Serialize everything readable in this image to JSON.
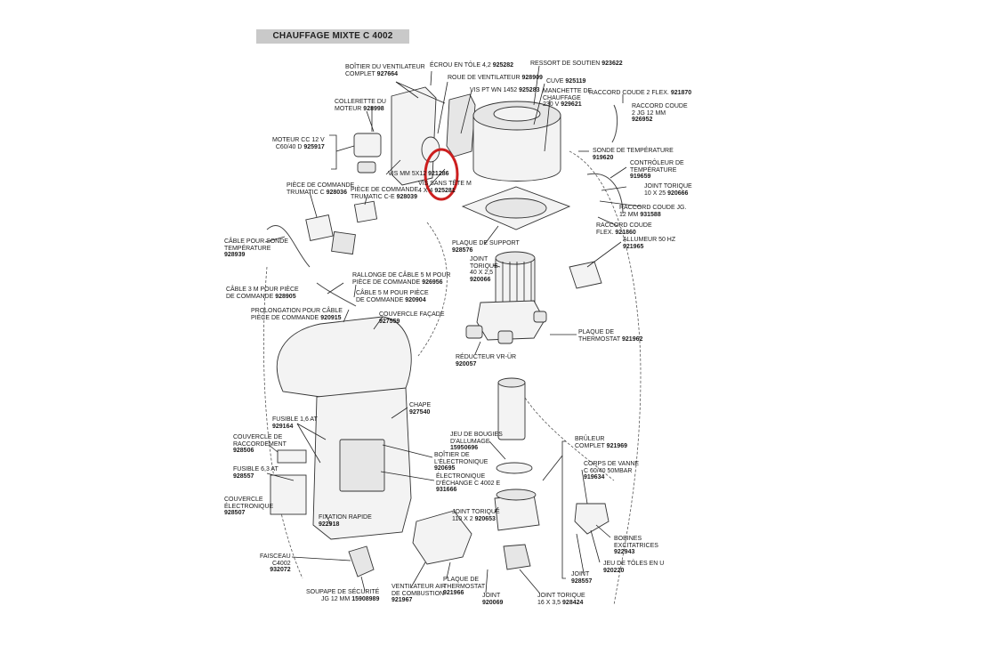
{
  "title": "CHAUFFAGE MIXTE C 4002",
  "labels": {
    "boitier_ventilateur": {
      "name": "BOÎTIER DU VENTILATEUR COMPLET",
      "line1": "BOÎTIER DU VENTILATEUR",
      "line2": "COMPLET",
      "ref": "927664"
    },
    "ecrou_tole": {
      "name": "ÉCROU EN TÔLE 4,2",
      "ref": "925282"
    },
    "roue_ventilateur": {
      "name": "ROUE DE VENTILATEUR",
      "ref": "928909"
    },
    "ressort_soutien": {
      "name": "RESSORT DE SOUTIEN",
      "ref": "923622"
    },
    "collerette_moteur": {
      "line1": "COLLERETTE DU",
      "line2": "MOTEUR",
      "ref": "928998"
    },
    "vis_pt_wn": {
      "name": "VIS PT WN 1452",
      "ref": "925283"
    },
    "cuve": {
      "name": "CUVE",
      "ref": "925119"
    },
    "manchette_chauffage": {
      "line1": "MANCHETTE DE",
      "line2": "CHAUFFAGE",
      "line3": "230 V",
      "ref": "929621"
    },
    "raccord_coude_2_flex": {
      "name": "RACCORD COUDE 2 FLEX.",
      "ref": "921870"
    },
    "raccord_coude_2_jg": {
      "line1": "RACCORD COUDE",
      "line2": "2 JG 12 MM",
      "ref": "926952"
    },
    "moteur_cc": {
      "line1": "MOTEUR CC 12 V",
      "line2": "C60/40 D",
      "ref": "925917"
    },
    "sonde_temperature": {
      "name": "SONDE DE TEMPÉRATURE",
      "ref": "919620"
    },
    "controleur_temperature": {
      "line1": "CONTRÔLEUR DE",
      "line2": "TEMPÉRATURE",
      "ref": "919659"
    },
    "vis_mm_5x12": {
      "name": "VIS MM 5X12",
      "ref": "921286"
    },
    "vis_sans_tete": {
      "line1": "VIS SANS TÊTE M",
      "line2": "4 X 4",
      "ref": "925281"
    },
    "joint_torique_10x25": {
      "line1": "JOINT TORIQUE",
      "line2": "10 X 25",
      "ref": "920666"
    },
    "piece_commande_truma_c": {
      "line1": "PIÈCE DE COMMANDE",
      "line2": "TRUMATIC C",
      "ref": "928036"
    },
    "piece_commande_truma_ce": {
      "line1": "PIÈCE DE COMMANDE",
      "line2": "TRUMATIC C-E",
      "ref": "928039"
    },
    "raccord_coude_jg": {
      "line1": "RACCORD COUDE JG.",
      "line2": "12 MM",
      "ref": "931588"
    },
    "raccord_coude_flex": {
      "line1": "RACCORD COUDE",
      "line2": "FLEX.",
      "ref": "921860"
    },
    "allumeur": {
      "name": "ALLUMEUR 50 HZ",
      "ref": "921965"
    },
    "plaque_support": {
      "name": "PLAQUE DE SUPPORT",
      "ref": "928576"
    },
    "cable_sonde": {
      "line1": "CÂBLE POUR SONDE",
      "line2": "TEMPÉRATURE",
      "ref": "928939"
    },
    "joint_torique_40x25": {
      "line1": "JOINT",
      "line2": "TORIQUE",
      "line3": "40 X 2,5",
      "ref": "920066"
    },
    "rallonge_cable": {
      "line1": "RALLONGE DE CÂBLE 5 M POUR",
      "line2": "PIÈCE DE COMMANDE",
      "ref": "926956"
    },
    "cable_3m": {
      "line1": "CÂBLE 3 M POUR PIÈCE",
      "line2": "DE COMMANDE",
      "ref": "928905"
    },
    "cable_5m": {
      "line1": "CÂBLE 5 M POUR PIÈCE",
      "line2": "DE COMMANDE",
      "ref": "920904"
    },
    "prolongation_cable": {
      "line1": "PROLONGATION POUR CÂBLE",
      "line2": "PIÈCE DE COMMANDE",
      "ref": "920915"
    },
    "couvercle_facade": {
      "name": "COUVERCLE FAÇADE",
      "ref": "927559"
    },
    "plaque_thermostat_top": {
      "line1": "PLAQUE DE",
      "line2": "THERMOSTAT",
      "ref": "921962"
    },
    "reducteur": {
      "name": "RÉDUCTEUR VR-ÜR",
      "ref": "920057"
    },
    "chape": {
      "name": "CHAPE",
      "ref": "927540"
    },
    "fusible_16": {
      "name": "FUSIBLE 1,6 AT",
      "ref": "929164"
    },
    "couvercle_raccordement": {
      "line1": "COUVERCLE DE",
      "line2": "RACCORDEMENT",
      "ref": "928506"
    },
    "jeu_bougies": {
      "line1": "JEU DE BOUGIES",
      "line2": "D'ALLUMAGE",
      "ref": "15950696"
    },
    "bruleur": {
      "line1": "BRÛLEUR",
      "line2": "COMPLET",
      "ref": "921969"
    },
    "boitier_electronique": {
      "line1": "BOÎTIER DE",
      "line2": "L'ÉLECTRONIQUE",
      "ref": "920695"
    },
    "fusible_63": {
      "name": "FUSIBLE 6,3 AT",
      "ref": "928557"
    },
    "electronique_echange": {
      "line1": "ÉLECTRONIQUE",
      "line2": "D'ÉCHANGE C 4002 E",
      "ref": "931666"
    },
    "corps_vanne": {
      "line1": "CORPS DE VANNE",
      "line2": "C 60/40 50MBAR",
      "ref": "919634"
    },
    "couvercle_electronique": {
      "line1": "COUVERCLE",
      "line2": "ÉLECTRONIQUE",
      "ref": "928507"
    },
    "joint_torique_110": {
      "line1": "JOINT TORIQUE",
      "line2": "110 X 2",
      "ref": "920653"
    },
    "fixation_rapide": {
      "name": "FIXATION RAPIDE",
      "ref": "922918"
    },
    "bobines": {
      "line1": "BOBINES",
      "line2": "EXCITATRICES",
      "ref": "922943"
    },
    "faisceau": {
      "line1": "FAISCEAU",
      "line2": "C4002",
      "ref": "932072"
    },
    "jeu_toles": {
      "name": "JEU DE TÔLES EN U",
      "ref": "920220"
    },
    "joint": {
      "name": "JOINT",
      "ref": "928557"
    },
    "plaque_thermostat_bot": {
      "line1": "PLAQUE DE",
      "line2": "THERMOSTAT",
      "ref": "921966"
    },
    "ventilateur_air": {
      "line1": "VENTILATEUR AIR",
      "line2": "DE COMBUSTION",
      "ref": "921967"
    },
    "soupape": {
      "line1": "SOUPAPE DE SÉCURITÉ",
      "line2": "JG 12 MM",
      "ref": "15908989"
    },
    "joint_bot": {
      "name": "JOINT",
      "ref": "920069"
    },
    "joint_torique_16": {
      "line1": "JOINT TORIQUE",
      "line2": "16 X 3,5",
      "ref": "928424"
    }
  },
  "highlight": {
    "color": "#cc1f1f",
    "target": "vis_sans_tete"
  }
}
